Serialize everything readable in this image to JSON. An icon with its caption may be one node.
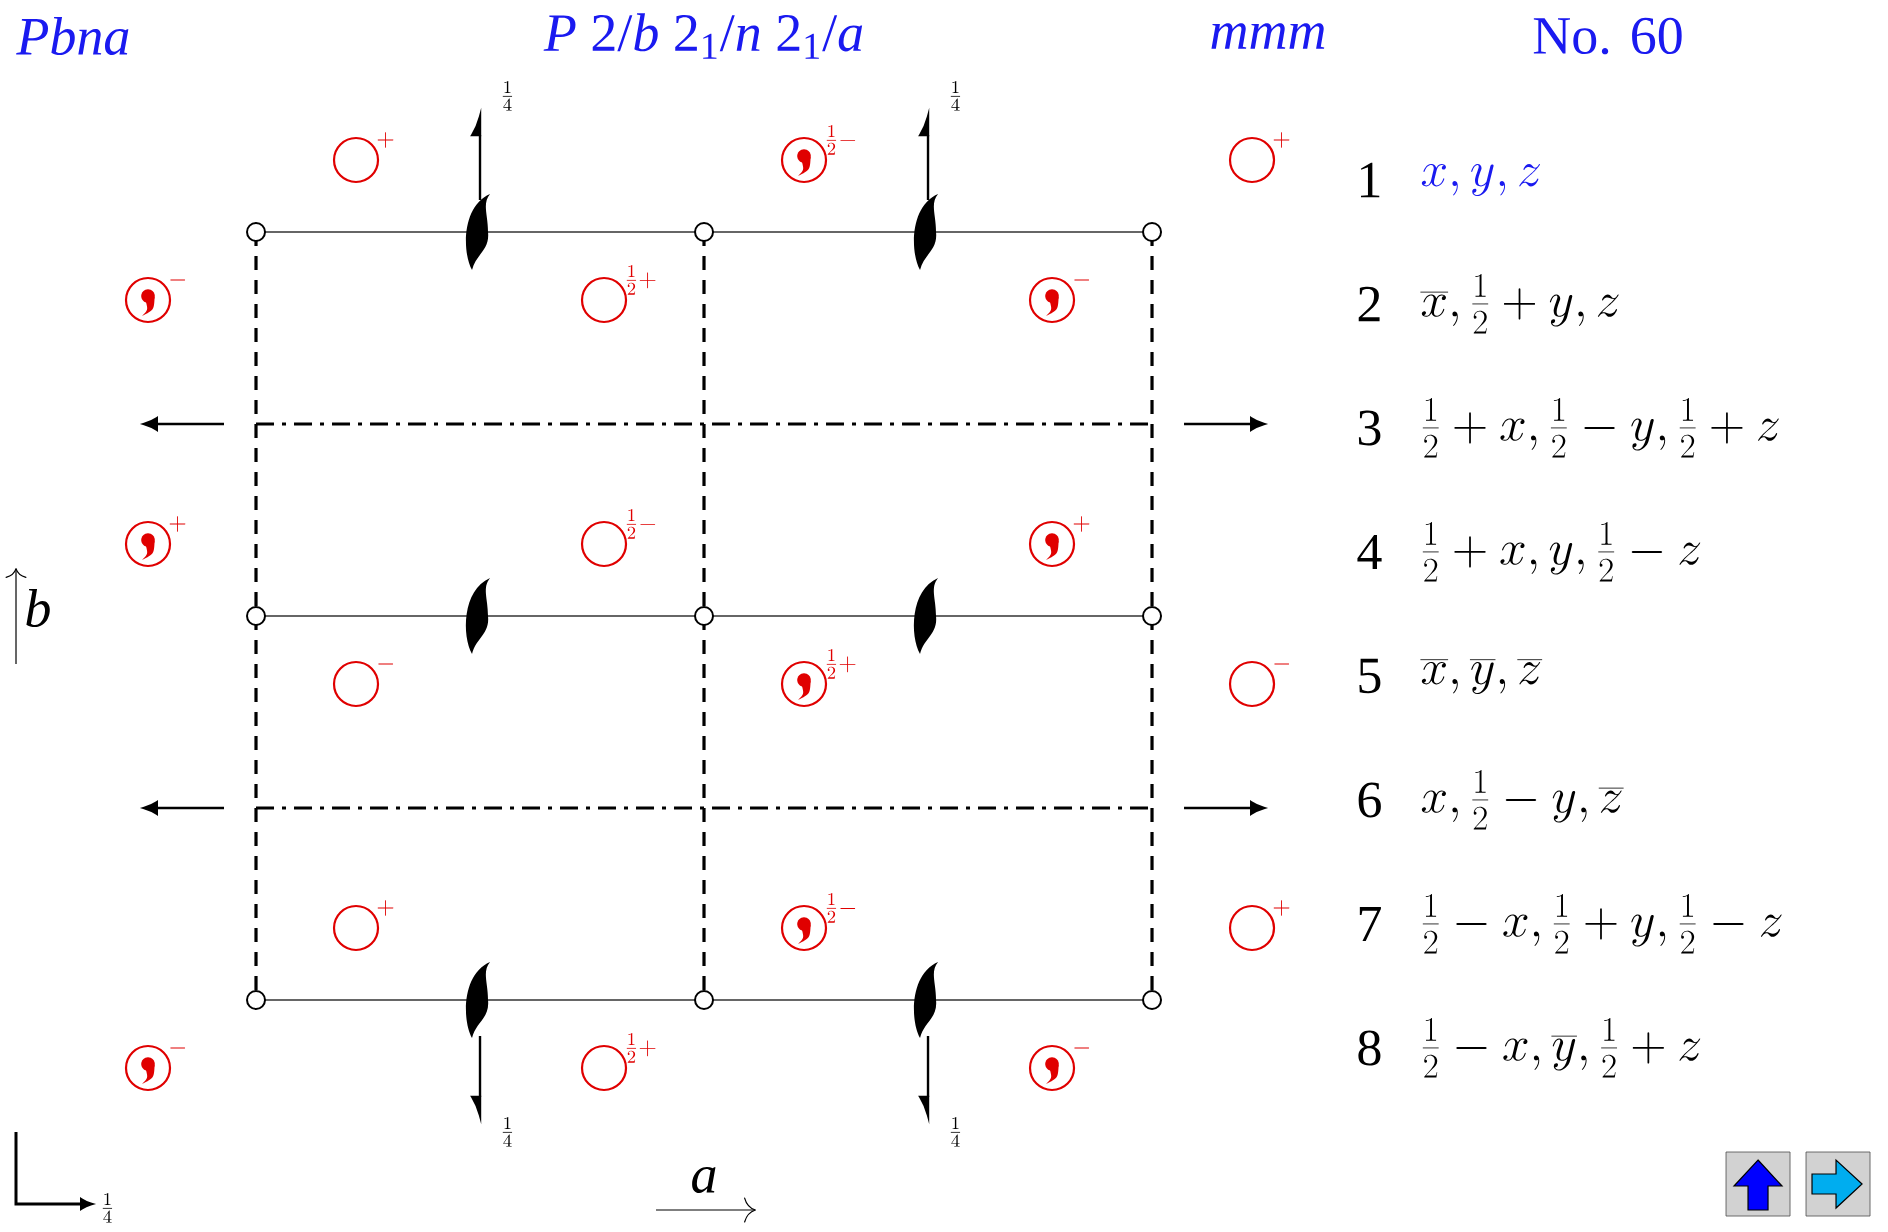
{
  "diagram": {
    "labels": [
      "Pbna",
      "*P* 2/*b* 2$_{1}$/*n* 2$_{1}$/*a*",
      "mmm",
      "No. 60",
      "\\frac{1}{4}",
      "\\frac{1}{4}",
      "+",
      "\\frac{1}{2}-",
      "+",
      "-",
      "\\frac{1}{2}+",
      "-",
      "+",
      "\\frac{1}{2}-",
      "+",
      "-",
      "\\frac{1}{2}+",
      "-",
      "+",
      "\\frac{1}{2}-",
      "+",
      "-",
      "\\frac{1}{2}+",
      "-",
      "b",
      "\\frac{1}{4}",
      "\\frac{1}{4}",
      "\\frac{1}{4}",
      "a",
      "1",
      "x, y, z",
      "2",
      "\\overline{x}, \\frac{1}{2}+y, z",
      "3",
      "\\frac{1}{2}+x, \\frac{1}{2}-y, \\frac{1}{2}+z",
      "4",
      "\\frac{1}{2}+x, y, \\frac{1}{2}-z",
      "5",
      "\\overline{x}, \\overline{y}, \\overline{z}",
      "6",
      "x, \\frac{1}{2}-y, \\overline{z}",
      "7",
      "\\frac{1}{2}-x, \\frac{1}{2}+y, \\frac{1}{2}-z",
      "8",
      "\\frac{1}{2}-x, \\overline{y}, \\frac{1}{2}+z"
    ]
  }
}
